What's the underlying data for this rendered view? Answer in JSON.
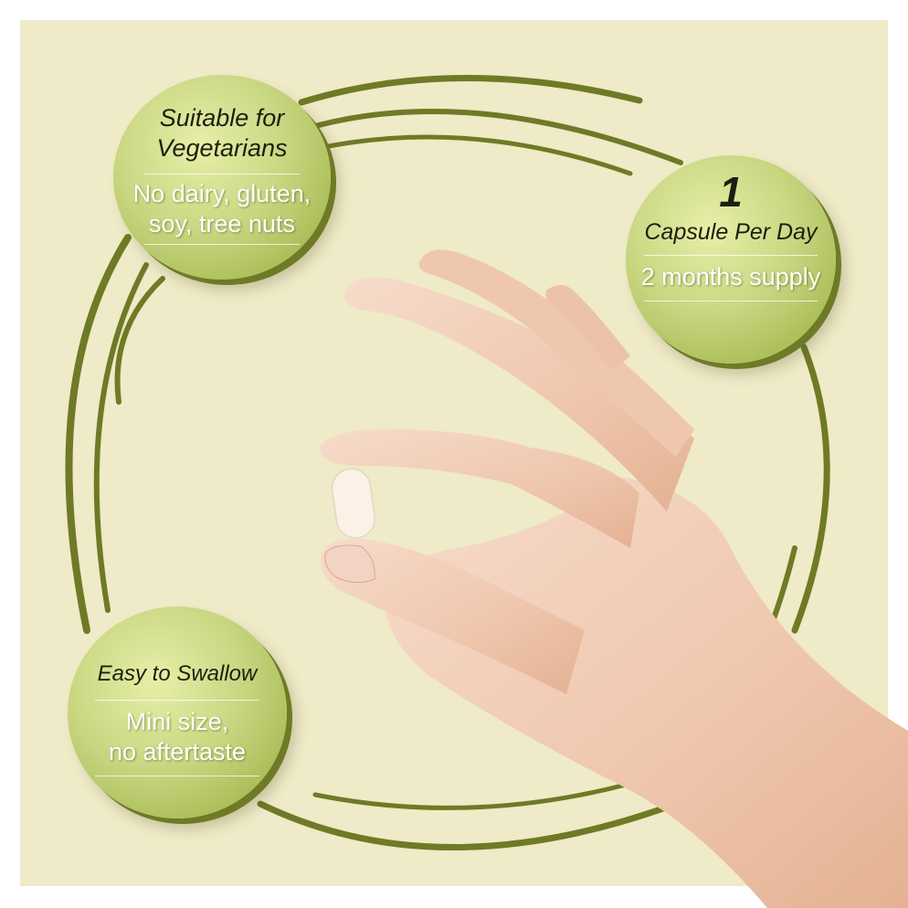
{
  "badges": {
    "vegetarian": {
      "title_line1": "Suitable for",
      "title_line2": "Vegetarians",
      "sub_line1": "No dairy, gluten,",
      "sub_line2": "soy, tree nuts"
    },
    "dosage": {
      "number": "1",
      "title": "Capsule Per Day",
      "sub": "2 months supply"
    },
    "swallow": {
      "title": "Easy to Swallow",
      "sub_line1": "Mini size,",
      "sub_line2": "no aftertaste"
    }
  },
  "colors": {
    "background": "#efeac7",
    "ring": "#6e7a25",
    "badge": "#c9d782",
    "capsule": "#fbf1e6",
    "skin": "#f1cdb6"
  },
  "icons": {
    "hand": "hand-holding-capsule-icon"
  }
}
